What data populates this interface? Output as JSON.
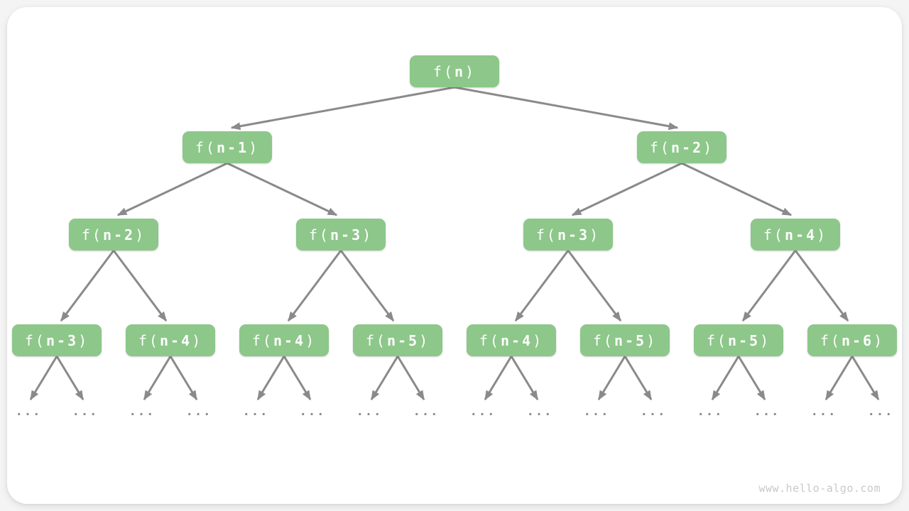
{
  "diagram": {
    "type": "recursion-tree",
    "ellipsis_label": "...",
    "colors": {
      "node_fill": "#8DC78A",
      "node_text": "#FFFFFF",
      "edge": "#8A8A8A",
      "ellipsis": "#8A8A8A",
      "card_background": "#FFFFFF",
      "page_background": "#F4F4F4",
      "watermark": "#C9C9C9"
    },
    "tree": {
      "label": "f(n)",
      "children": [
        {
          "label": "f(n-1)",
          "children": [
            {
              "label": "f(n-2)",
              "children": [
                {
                  "label": "f(n-3)",
                  "children": []
                },
                {
                  "label": "f(n-4)",
                  "children": []
                }
              ]
            },
            {
              "label": "f(n-3)",
              "children": [
                {
                  "label": "f(n-4)",
                  "children": []
                },
                {
                  "label": "f(n-5)",
                  "children": []
                }
              ]
            }
          ]
        },
        {
          "label": "f(n-2)",
          "children": [
            {
              "label": "f(n-3)",
              "children": [
                {
                  "label": "f(n-4)",
                  "children": []
                },
                {
                  "label": "f(n-5)",
                  "children": []
                }
              ]
            },
            {
              "label": "f(n-4)",
              "children": [
                {
                  "label": "f(n-5)",
                  "children": []
                },
                {
                  "label": "f(n-6)",
                  "children": []
                }
              ]
            }
          ]
        }
      ]
    }
  },
  "watermark": "www.hello-algo.com"
}
